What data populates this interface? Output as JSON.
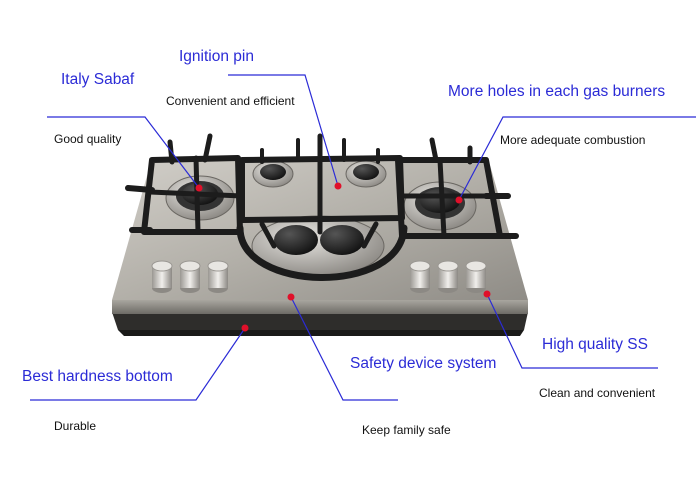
{
  "colors": {
    "label": "#2b2bd6",
    "leader": "#2b2bd6",
    "dot": "#e0102a",
    "steel": "#b7b4ae",
    "grate": "#1c1c1c"
  },
  "callouts": {
    "ignition": {
      "title": "Ignition pin",
      "desc": "Convenient and efficient"
    },
    "sabaf": {
      "title": "Italy Sabaf",
      "desc": "Good quality"
    },
    "holes": {
      "title": "More holes in each gas burners",
      "desc": "More adequate combustion"
    },
    "stainless": {
      "title": "High quality SS",
      "desc": "Clean and convenient"
    },
    "safety": {
      "title": "Safety device system",
      "desc": "Keep family safe"
    },
    "bottom": {
      "title": "Best hardness bottom",
      "desc": "Durable"
    }
  }
}
